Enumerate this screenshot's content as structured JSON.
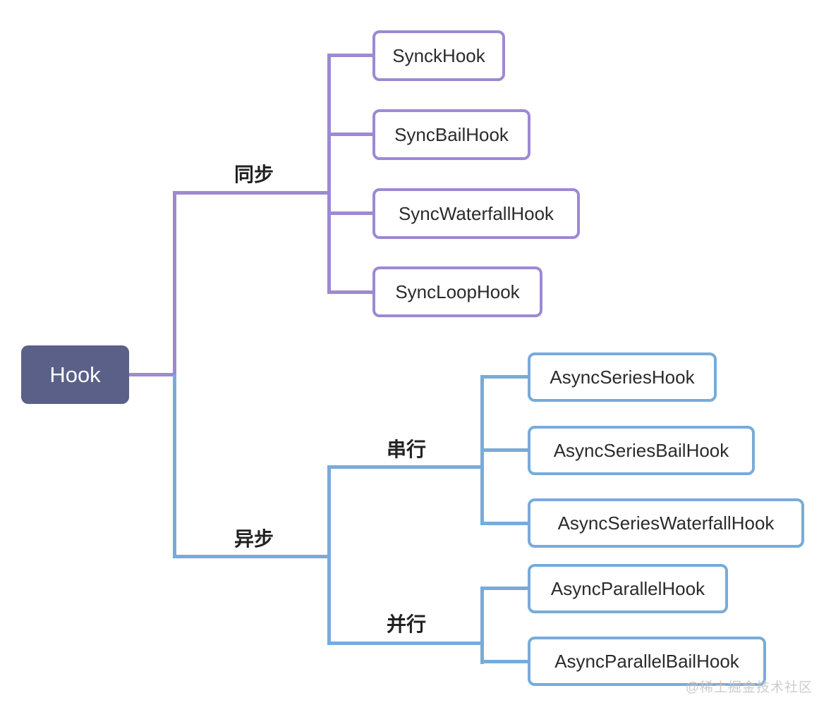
{
  "root": {
    "label": "Hook"
  },
  "sync_branch": {
    "label": "同步",
    "nodes": [
      {
        "label": "SynckHook"
      },
      {
        "label": "SyncBailHook"
      },
      {
        "label": "SyncWaterfallHook"
      },
      {
        "label": "SyncLoopHook"
      }
    ]
  },
  "async_branch": {
    "label": "异步",
    "serial": {
      "label": "串行",
      "nodes": [
        {
          "label": "AsyncSeriesHook"
        },
        {
          "label": "AsyncSeriesBailHook"
        },
        {
          "label": "AsyncSeriesWaterfallHook"
        }
      ]
    },
    "parallel": {
      "label": "并行",
      "nodes": [
        {
          "label": "AsyncParallelHook"
        },
        {
          "label": "AsyncParallelBailHook"
        }
      ]
    }
  },
  "watermark": "@稀土掘金技术社区",
  "colors": {
    "sync_accent": "#9d89d4",
    "async_accent": "#77abdb",
    "root_fill": "#5a6088",
    "node_text": "#2b2b2b",
    "label_text": "#222222",
    "watermark_gray": "#c5c5c5",
    "canvas_bg": "#ffffff"
  }
}
